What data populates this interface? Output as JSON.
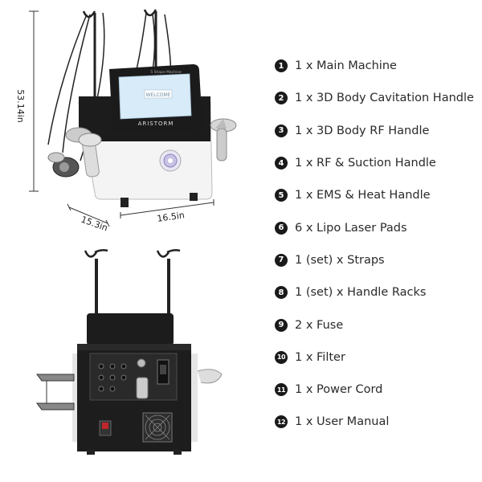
{
  "product": {
    "brand": "ARISTORM",
    "screen_text": "WELCOME",
    "screen_subtitle": "5 Shape Machine"
  },
  "dimensions": {
    "height": "53.14in",
    "depth": "15.3in",
    "width": "16.5in"
  },
  "package_contents": [
    {
      "num": "1",
      "label": "1 x Main Machine"
    },
    {
      "num": "2",
      "label": "1 x 3D Body Cavitation Handle"
    },
    {
      "num": "3",
      "label": "1 x 3D Body RF Handle"
    },
    {
      "num": "4",
      "label": "1 x RF & Suction Handle"
    },
    {
      "num": "5",
      "label": "1 x EMS & Heat Handle"
    },
    {
      "num": "6",
      "label": "6 x Lipo Laser Pads"
    },
    {
      "num": "7",
      "label": "1 (set) x Straps"
    },
    {
      "num": "8",
      "label": "1 (set) x Handle Racks"
    },
    {
      "num": "9",
      "label": "2 x Fuse"
    },
    {
      "num": "10",
      "label": "1 x Filter"
    },
    {
      "num": "11",
      "label": "1 x Power Cord"
    },
    {
      "num": "12",
      "label": "1 x User Manual"
    }
  ],
  "colors": {
    "machine_body": "#f4f4f4",
    "machine_dark": "#1c1c1c",
    "screen": "#cfe6f7",
    "badge": "#1a1a1a"
  },
  "icons": [
    "power-switch-icon",
    "fan-grille-icon",
    "knob-icon"
  ]
}
